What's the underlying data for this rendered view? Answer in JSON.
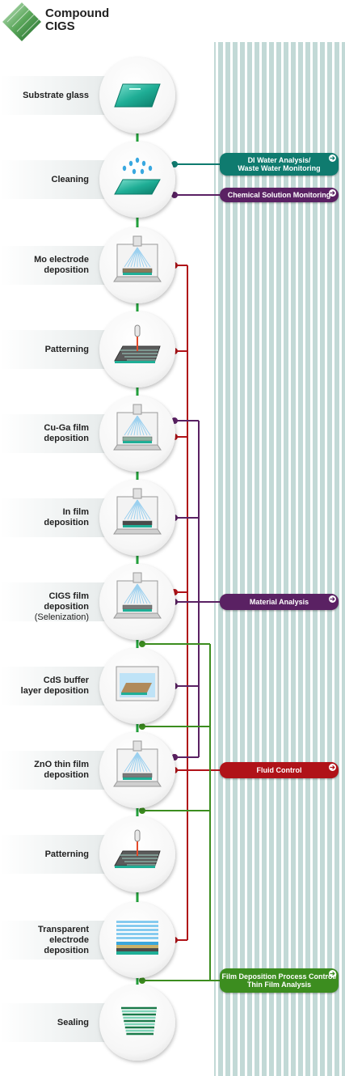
{
  "header": {
    "title_line1": "Compound",
    "title_line2": "CIGS"
  },
  "colors": {
    "teal": "#0f7b6f",
    "purple": "#5a2163",
    "red": "#b01218",
    "green": "#3c8d1f",
    "arrow": "#22a13b"
  },
  "steps": [
    {
      "line1": "Substrate glass",
      "line2": "",
      "icon": "glass-icon"
    },
    {
      "line1": "Cleaning",
      "line2": "",
      "icon": "cleaning-icon"
    },
    {
      "line1": "Mo electrode",
      "line2": "deposition",
      "icon": "chamber-icon"
    },
    {
      "line1": "Patterning",
      "line2": "",
      "icon": "patterning-icon"
    },
    {
      "line1": "Cu-Ga film",
      "line2": "deposition",
      "icon": "chamber-icon"
    },
    {
      "line1": "In film",
      "line2": "deposition",
      "icon": "chamber-icon"
    },
    {
      "line1": "CIGS film deposition",
      "line2": "(Selenization)",
      "icon": "chamber-icon"
    },
    {
      "line1": "CdS buffer",
      "line2": "layer deposition",
      "icon": "bath-icon"
    },
    {
      "line1": "ZnO thin film",
      "line2": "deposition",
      "icon": "chamber-icon"
    },
    {
      "line1": "Patterning",
      "line2": "",
      "icon": "patterning-icon"
    },
    {
      "line1": "Transparent",
      "line2": "electrode",
      "line3": "deposition",
      "icon": "layers-icon"
    },
    {
      "line1": "Sealing",
      "line2": "",
      "icon": "sealed-panel-icon"
    }
  ],
  "buttons": [
    {
      "line1": "DI Water Analysis/",
      "line2": "Waste Water Monitoring",
      "color": "#0f7b6f"
    },
    {
      "line1": "Chemical Solution Monitoring",
      "line2": "",
      "color": "#5a2163"
    },
    {
      "line1": "Material Analysis",
      "line2": "",
      "color": "#5a2163"
    },
    {
      "line1": "Fluid Control",
      "line2": "",
      "color": "#b01218"
    },
    {
      "line1": "Film Deposition Process Control/",
      "line2": "Thin Film Analysis",
      "color": "#3c8d1f"
    }
  ]
}
